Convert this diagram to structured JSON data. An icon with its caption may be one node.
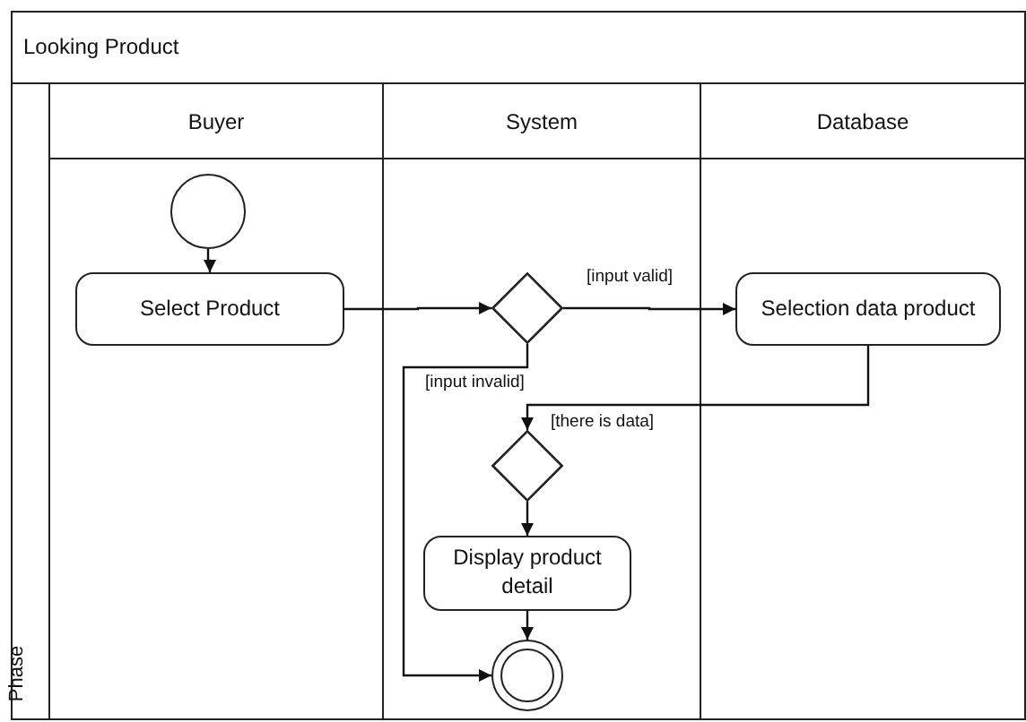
{
  "diagram": {
    "nodes": [
      {
        "text": [
          "Looking Product"
        ]
      },
      {
        "text": [
          "Phase"
        ],
        "in": 0
      },
      {
        "text": [
          "Buyer"
        ],
        "in": 0
      },
      {
        "text": [
          "System"
        ],
        "in": 0
      },
      {
        "text": [
          "Database"
        ],
        "in": 0
      },
      {
        "text": [],
        "shape": "circle",
        "in": 2
      },
      {
        "text": [
          "Select Product"
        ],
        "in": 2
      },
      {
        "text": [],
        "shape": "diamond",
        "in": 3
      },
      {
        "text": [
          "Selection data product"
        ],
        "in": 4
      },
      {
        "text": [],
        "shape": "diamond",
        "in": 3
      },
      {
        "text": [
          "Display product detail"
        ],
        "in": 3
      },
      {
        "text": [],
        "shape": "circle",
        "in": 3
      }
    ],
    "edges": [
      {
        "from": 5,
        "to": 6,
        "arrow": "to"
      },
      {
        "from": 6,
        "to": 7,
        "arrow": "to"
      },
      {
        "from": 7,
        "to": 8,
        "arrow": "to",
        "label": "[input valid]"
      },
      {
        "from": 7,
        "to": 11,
        "arrow": "to",
        "label": "[input invalid]"
      },
      {
        "from": 8,
        "to": 9,
        "arrow": "to",
        "label": "[there is data]"
      },
      {
        "from": 9,
        "to": 10,
        "arrow": "to"
      },
      {
        "from": 10,
        "to": 11,
        "arrow": "to"
      }
    ]
  }
}
